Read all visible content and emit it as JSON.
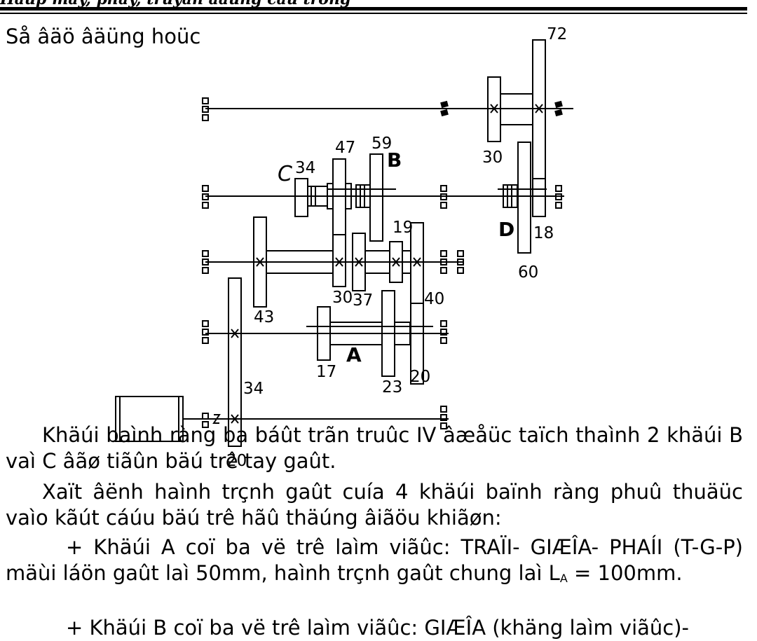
{
  "header": {
    "running_title": "Häüp máy, phay, truyãn àäüng cäü trong"
  },
  "section": {
    "title": "Så âäö âäüng hoüc"
  },
  "diagram": {
    "gear_labels": {
      "g72": "72",
      "g30_top": "30",
      "g47": "47",
      "g59": "59",
      "g34_c": "34",
      "g19": "19",
      "g18": "18",
      "g60": "60",
      "g43": "43",
      "g30_mid": "30",
      "g37": "37",
      "g40": "40",
      "g17": "17",
      "g23": "23",
      "g20": "20",
      "g34_low": "34",
      "g20_low": "20"
    },
    "block_labels": {
      "a": "A",
      "b": "B",
      "c": "C",
      "d": "D"
    }
  },
  "body": {
    "p1": "Khäúi baình ràng ba báût trãn truûc IV âæåüc taïch thaình 2 khäúi B vaì C âãø tiãûn bäú trê tay gaût.",
    "p2": "Xaït âënh haình trçnh gaût cuía 4 khäúi baïnh ràng phuû thuäüc vaìo kãút cáúu bäú trê hãû thäúng âiãöu khiãøn:",
    "p3_before": "+ Khäúi A coï ba vë trê laìm viãûc: TRAÏI- GIÆÎA- PHAÍI (T-G-P) mäùi láön gaût laì 50mm, haình trçnh gaût chung laì L",
    "p3_sub": "A",
    "p3_after": " = 100mm.",
    "p4": "+ Khäúi B coï ba vë trê laìm viãûc: GIÆÎA (khäng laìm viãûc)-"
  }
}
